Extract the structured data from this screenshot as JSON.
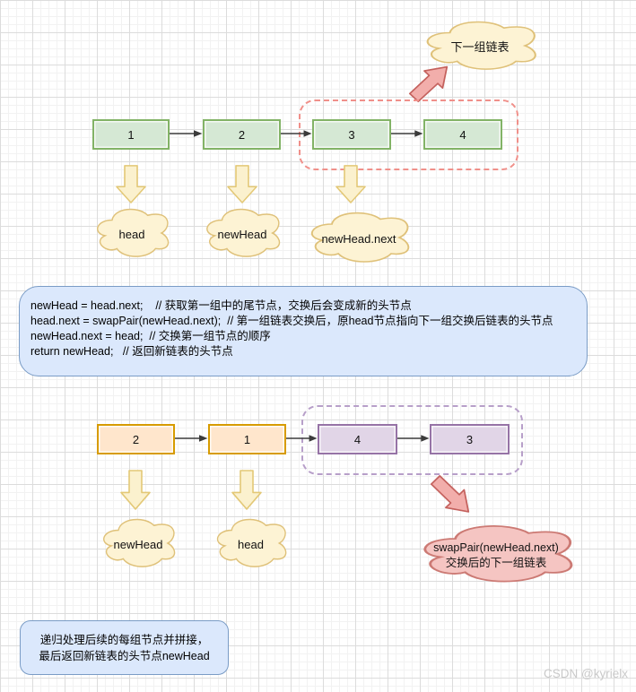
{
  "top_section": {
    "next_group_cloud_label": "下一组链表",
    "nodes": [
      "1",
      "2",
      "3",
      "4"
    ],
    "pointer_clouds": [
      "head",
      "newHead",
      "newHead.next"
    ]
  },
  "code_box": {
    "lines": [
      "newHead = head.next;    // 获取第一组中的尾节点，交换后会变成新的头节点",
      "head.next = swapPair(newHead.next);  // 第一组链表交换后，原head节点指向下一组交换后链表的头节点",
      "newHead.next = head;  // 交换第一组节点的顺序",
      "return newHead;   // 返回新链表的头节点"
    ]
  },
  "bottom_section": {
    "nodes": [
      "2",
      "1",
      "4",
      "3"
    ],
    "pointer_clouds": [
      "newHead",
      "head"
    ],
    "result_cloud_lines": [
      "swapPair(newHead.next)",
      "交换后的下一组链表"
    ]
  },
  "note_box": {
    "lines": [
      "递归处理后续的每组节点并拼接，",
      "最后返回新链表的头节点newHead"
    ]
  },
  "watermark": "CSDN @kyrielx",
  "colors": {
    "node_green_fill": "#d5e8d4",
    "node_green_border": "#82b366",
    "node_orange_fill": "#ffe6cc",
    "node_orange_border": "#d79b00",
    "node_purple_fill": "#e1d5e7",
    "node_purple_border": "#9673a6",
    "cloud_yellow_fill": "#fdf3d4",
    "cloud_yellow_border": "#dfc179",
    "cloud_pink_fill": "#f5c5c2",
    "cloud_pink_border": "#cc7a74",
    "callout_blue_fill": "#dbe8fc",
    "callout_blue_border": "#7a9cc6",
    "dashed_red": "#f0908a",
    "dashed_purple": "#b79fc9",
    "connector": "#3b3b3b"
  }
}
